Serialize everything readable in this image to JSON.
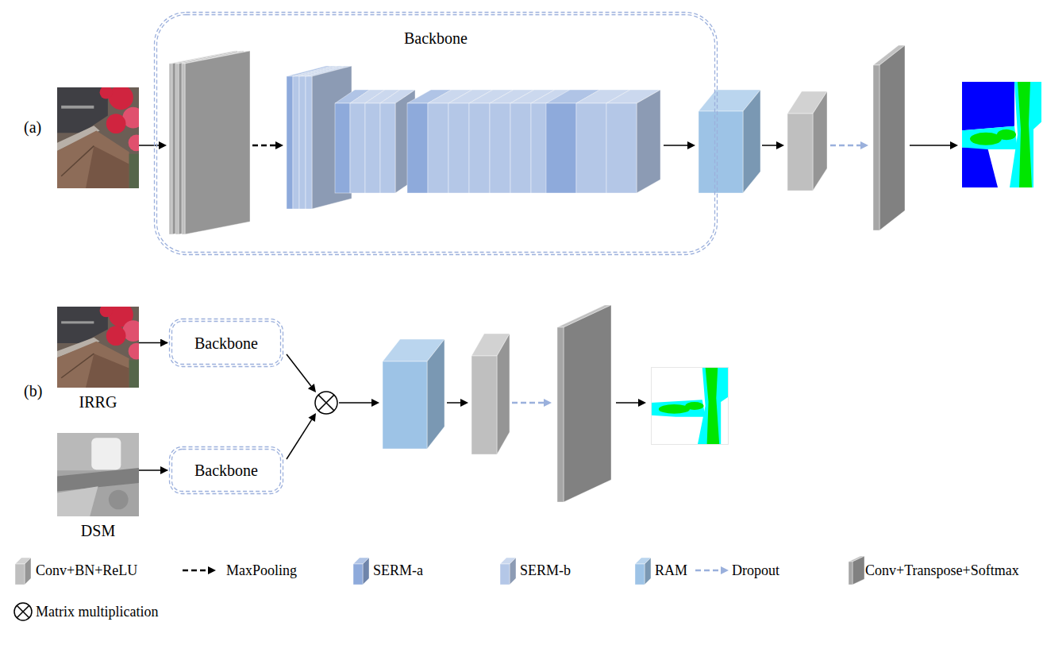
{
  "diagram": {
    "nodes": [
      {
        "text": [
          "Backbone"
        ]
      },
      {
        "text": [
          "IRRG"
        ]
      },
      {
        "text": [
          "Backbone"
        ]
      },
      {
        "text": [
          "DSM"
        ]
      },
      {
        "text": [
          "Backbone"
        ]
      }
    ],
    "edges": [
      {
        "from": 1,
        "to": 2,
        "arrow": "to"
      },
      {
        "from": 3,
        "to": 4,
        "arrow": "to"
      }
    ],
    "labels": [
      "(a)",
      "(b)"
    ],
    "legend": [
      {
        "text": "Conv+BN+ReLU",
        "color": "#bfbfbf"
      },
      {
        "text": "MaxPooling"
      },
      {
        "text": "SERM-a",
        "color": "#8eaadb"
      },
      {
        "text": "SERM-b",
        "color": "#b4c7e7"
      },
      {
        "text": "RAM",
        "color": "#9dc3e6"
      },
      {
        "text": "Dropout"
      },
      {
        "text": "Conv+Transpose+Softmax",
        "color": "#a6a6a6"
      },
      {
        "text": "Matrix multiplication"
      }
    ]
  }
}
